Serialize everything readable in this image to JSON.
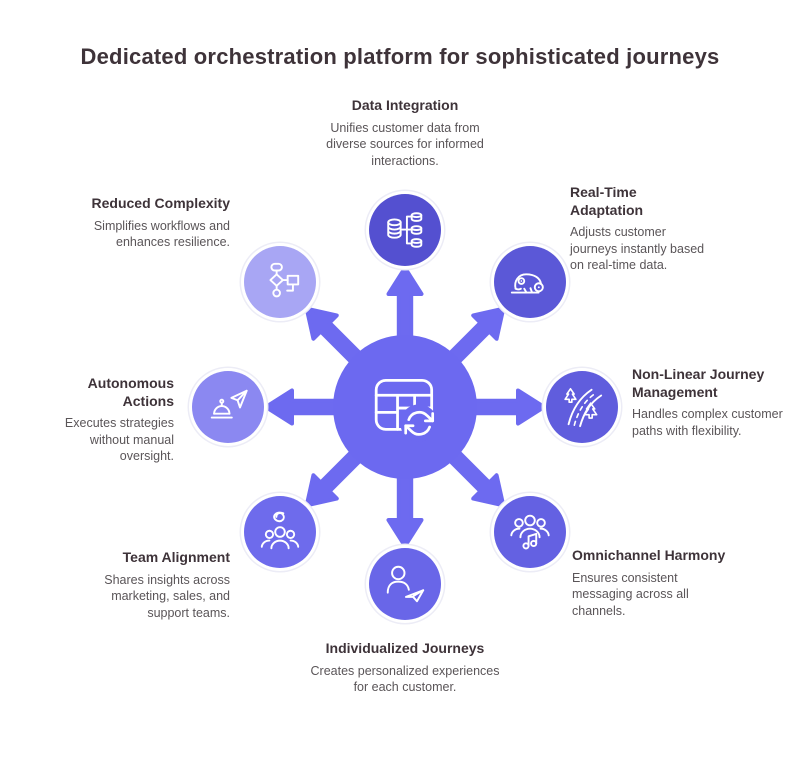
{
  "title": "Dedicated orchestration platform for sophisticated journeys",
  "center": {
    "icon": "table-sync-icon",
    "color": "#6c69f0"
  },
  "colors": {
    "background": "#ffffff",
    "hub": "#6c69f0",
    "arrow": "#6d6af0",
    "heading_text": "#3e3339",
    "body_text": "#5a5558"
  },
  "nodes": [
    {
      "id": "data-integration",
      "title": "Data Integration",
      "description": "Unifies customer data from diverse sources for informed interactions.",
      "icon": "databases-icon",
      "color": "#5450d0"
    },
    {
      "id": "real-time-adaptation",
      "title": "Real-Time Adaptation",
      "description": "Adjusts customer journeys instantly based on real-time data.",
      "icon": "chameleon-icon",
      "color": "#5b58d7"
    },
    {
      "id": "non-linear-journey-management",
      "title": "Non-Linear Journey Management",
      "description": "Handles complex customer paths with flexibility.",
      "icon": "winding-road-icon",
      "color": "#605ddd"
    },
    {
      "id": "omnichannel-harmony",
      "title": "Omnichannel Harmony",
      "description": "Ensures consistent messaging across all channels.",
      "icon": "choir-icon",
      "color": "#6461e2"
    },
    {
      "id": "individualized-journeys",
      "title": "Individualized Journeys",
      "description": "Creates personalized experiences for each customer.",
      "icon": "person-plane-icon",
      "color": "#6966e8"
    },
    {
      "id": "team-alignment",
      "title": "Team Alignment",
      "description": "Shares insights across marketing, sales, and support teams.",
      "icon": "team-swirl-icon",
      "color": "#6e6bec"
    },
    {
      "id": "autonomous-actions",
      "title": "Autonomous Actions",
      "description": "Executes strategies without manual oversight.",
      "icon": "robot-cursor-icon",
      "color": "#8b88f1"
    },
    {
      "id": "reduced-complexity",
      "title": "Reduced Complexity",
      "description": "Simplifies workflows and enhances resilience.",
      "icon": "flowchart-icon",
      "color": "#a8a6f4"
    }
  ]
}
